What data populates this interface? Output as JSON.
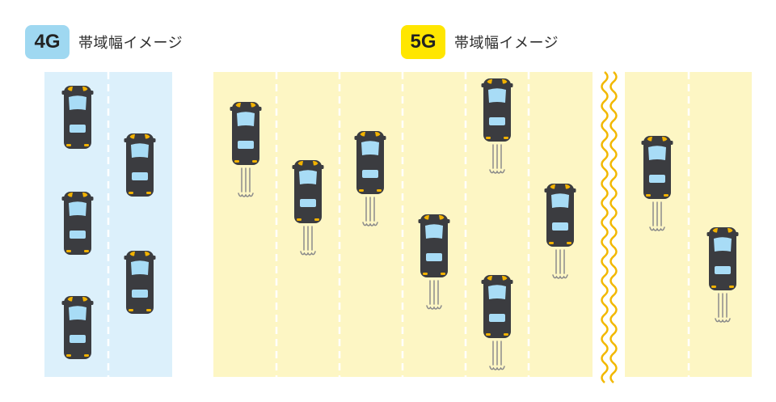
{
  "legend_4g": {
    "badge": "4G",
    "text": "帯域幅イメージ",
    "badge_color": "#9fd8f1"
  },
  "legend_5g": {
    "badge": "5G",
    "text": "帯域幅イメージ",
    "badge_color": "#ffe600"
  },
  "colors": {
    "road_4g": "#dcf0fb",
    "road_5g": "#fdf6c4",
    "lane_divider": "#ffffff",
    "break_wave": "#f2b800",
    "car_body": "#3b3c40",
    "car_glass": "#a8dcf6",
    "car_light": "#f2b200",
    "motion_line": "#8b8b8b"
  },
  "icons": [
    "car-icon",
    "speed-lines-icon",
    "wavy-break-icon"
  ]
}
